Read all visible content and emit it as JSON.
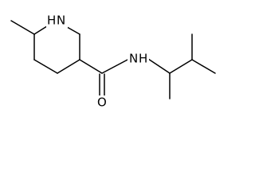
{
  "molecule": {
    "atoms": {
      "ring_nitrogen": "N",
      "ring_nitrogen_h": "H",
      "amide_nitrogen": "N",
      "amide_nitrogen_h": "H",
      "carbonyl_oxygen": "O"
    }
  }
}
